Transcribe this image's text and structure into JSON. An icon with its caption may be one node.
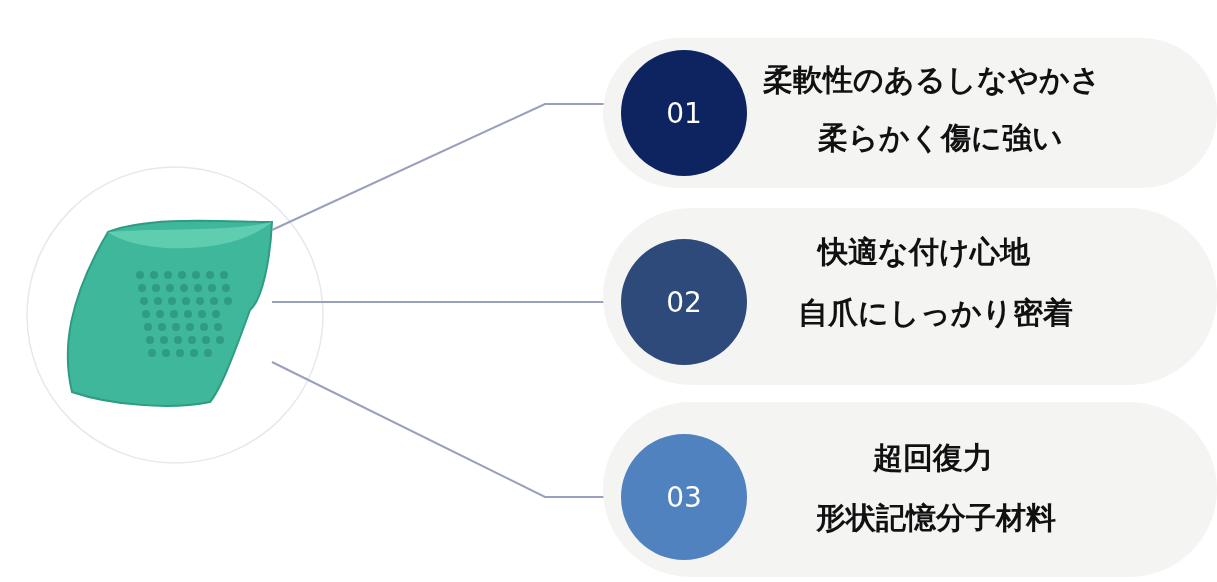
{
  "diagram": {
    "nodes": [
      {
        "text": [],
        "shape": "picture"
      },
      {
        "text": [
          "柔軟性のあるしなやかさ",
          "柔らかく傷に強い"
        ]
      },
      {
        "text": [
          "01"
        ],
        "in": 1
      },
      {
        "text": [
          "快適な付け心地",
          "自爪にしっかり密着"
        ]
      },
      {
        "text": [
          "02"
        ],
        "in": 3
      },
      {
        "text": [
          "超回復力",
          "形状記憶分子材料"
        ]
      },
      {
        "text": [
          "03"
        ],
        "in": 5
      }
    ],
    "edges": [
      {
        "from": 0,
        "to": 2,
        "arrow": "none"
      },
      {
        "from": 0,
        "to": 4,
        "arrow": "none"
      },
      {
        "from": 0,
        "to": 6,
        "arrow": "none"
      }
    ]
  }
}
